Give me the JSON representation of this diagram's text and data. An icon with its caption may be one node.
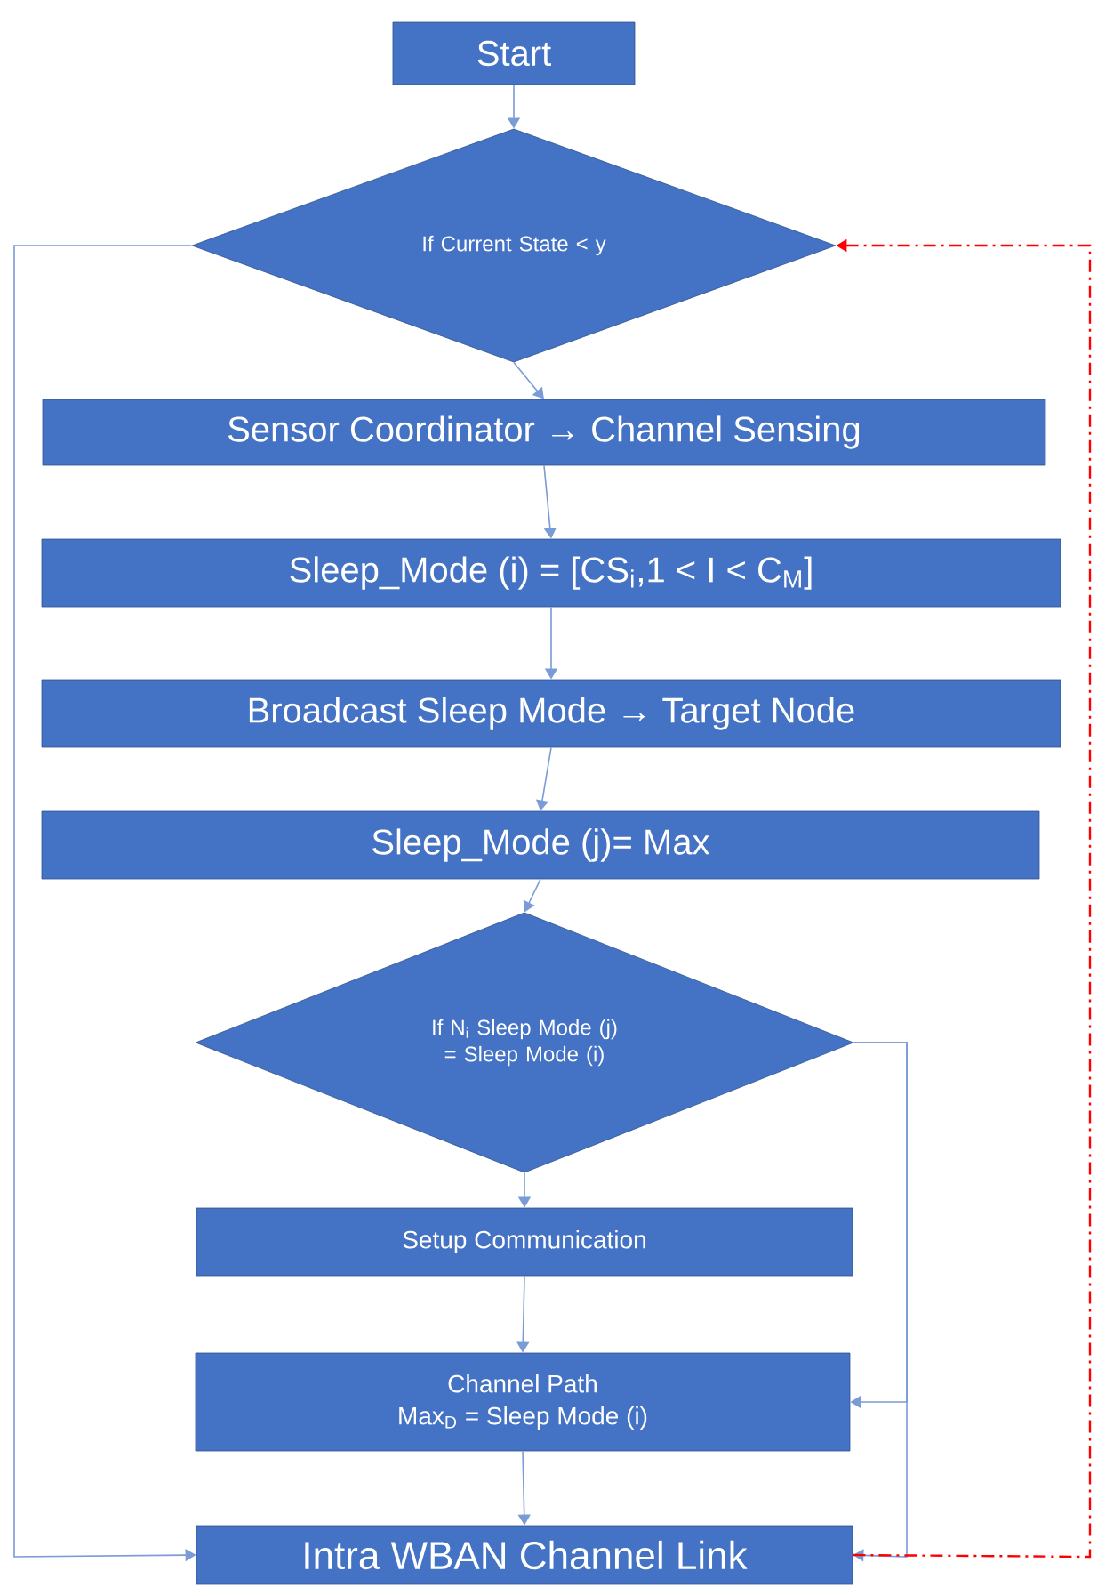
{
  "diagram": {
    "nodes": [
      {
        "text": [
          "Start"
        ]
      },
      {
        "text": [
          "If Current State < y"
        ]
      },
      {
        "text": [
          "Sensor Coordinator → Channel Sensing"
        ]
      },
      {
        "text": [
          "Sleep_Mode (i) = [CS$_{i}$,1 < I < C$_{M}$]"
        ]
      },
      {
        "text": [
          "Broadcast Sleep Mode → Target Node"
        ]
      },
      {
        "text": [
          "Sleep_Mode (j)= Max"
        ]
      },
      {
        "text": [
          "If N$_{i}$ Sleep Mode (j) = Sleep Mode (i)"
        ]
      },
      {
        "text": [
          "Setup Communication"
        ]
      },
      {
        "text": [
          "Channel Path",
          "Max$_{D}$ = Sleep Mode (i)"
        ]
      },
      {
        "text": [
          "Intra WBAN Channel Link"
        ]
      }
    ],
    "edges": [
      {
        "from": 0,
        "to": 1,
        "arrow": "to"
      },
      {
        "from": 1,
        "to": 2,
        "arrow": "to"
      },
      {
        "from": 2,
        "to": 3,
        "arrow": "to"
      },
      {
        "from": 3,
        "to": 4,
        "arrow": "to"
      },
      {
        "from": 4,
        "to": 5,
        "arrow": "to"
      },
      {
        "from": 5,
        "to": 6,
        "arrow": "to"
      },
      {
        "from": 6,
        "to": 7,
        "arrow": "to"
      },
      {
        "from": 7,
        "to": 8,
        "arrow": "to"
      },
      {
        "from": 8,
        "to": 9,
        "arrow": "to"
      },
      {
        "from": 1,
        "to": 9,
        "arrow": "to"
      },
      {
        "from": 6,
        "to": 8,
        "arrow": "to"
      },
      {
        "from": 6,
        "to": 9,
        "arrow": "to"
      },
      {
        "from": 9,
        "to": 1,
        "arrow": "to",
        "style": "dashed",
        "color": "#ff0000"
      }
    ]
  }
}
